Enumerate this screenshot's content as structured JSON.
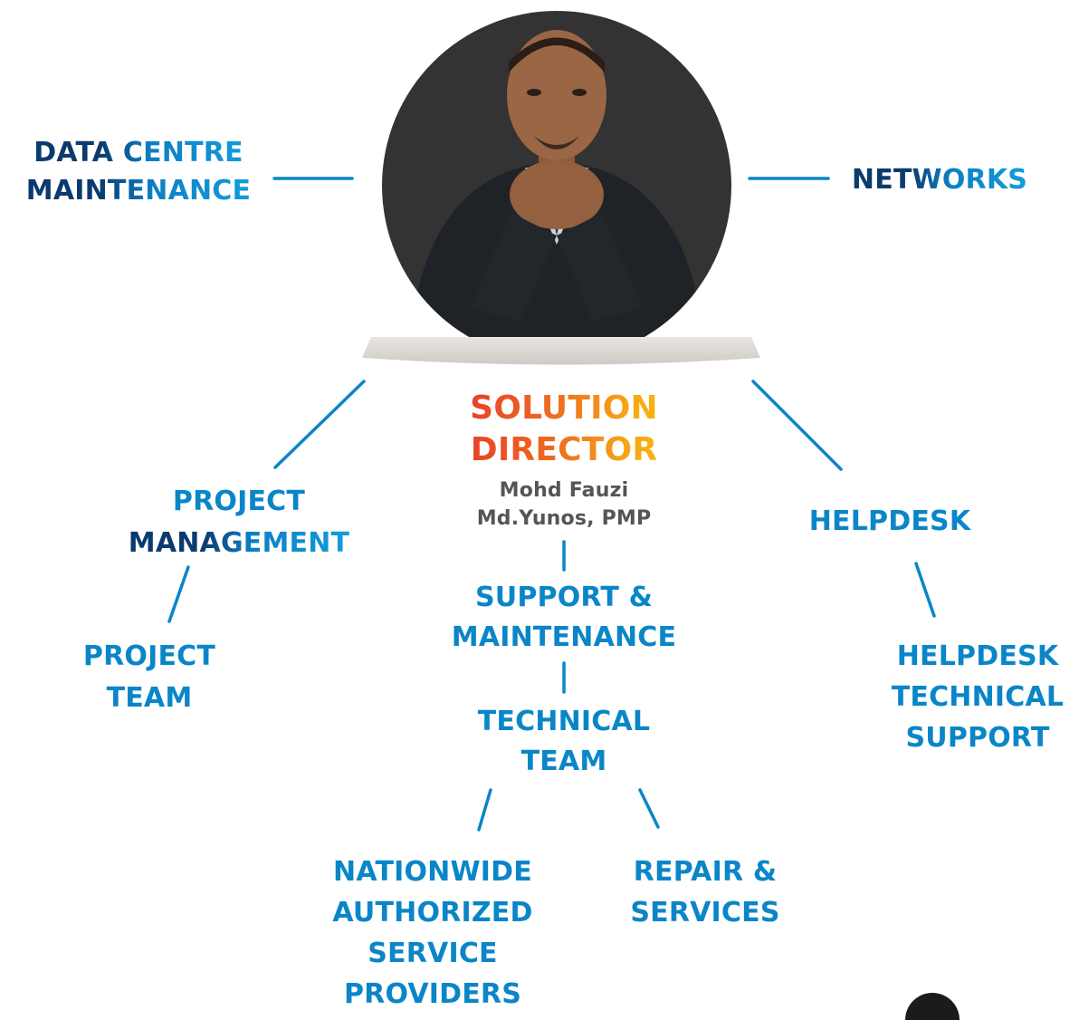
{
  "center": {
    "title_line1": "SOLUTION",
    "title_line2": "DIRECTOR",
    "name_line1": "Mohd Fauzi",
    "name_line2": "Md.Yunos, PMP"
  },
  "nodes": {
    "data_centre": {
      "line1": "DATA CENTRE",
      "line2": "MAINTENANCE"
    },
    "networks": {
      "line1": "NETWORKS"
    },
    "project_management": {
      "line1": "PROJECT",
      "line2": "MANAGEMENT"
    },
    "project_team": {
      "line1": "PROJECT",
      "line2": "TEAM"
    },
    "helpdesk": {
      "line1": "HELPDESK"
    },
    "helpdesk_technical_support": {
      "line1": "HELPDESK",
      "line2": "TECHNICAL",
      "line3": "SUPPORT"
    },
    "support_maintenance": {
      "line1": "SUPPORT &",
      "line2": "MAINTENANCE"
    },
    "technical_team": {
      "line1": "TECHNICAL",
      "line2": "TEAM"
    },
    "nationwide": {
      "line1": "NATIONWIDE",
      "line2": "AUTHORIZED",
      "line3": "SERVICE",
      "line4": "PROVIDERS"
    },
    "repair": {
      "line1": "REPAIR &",
      "line2": "SERVICES"
    }
  },
  "colors": {
    "line": "#0a86c8",
    "dark_blue": "#0b3a6e",
    "light_blue": "#13a2e0",
    "title_orange": "#ef6a1f",
    "portrait_bg": "#333333"
  }
}
